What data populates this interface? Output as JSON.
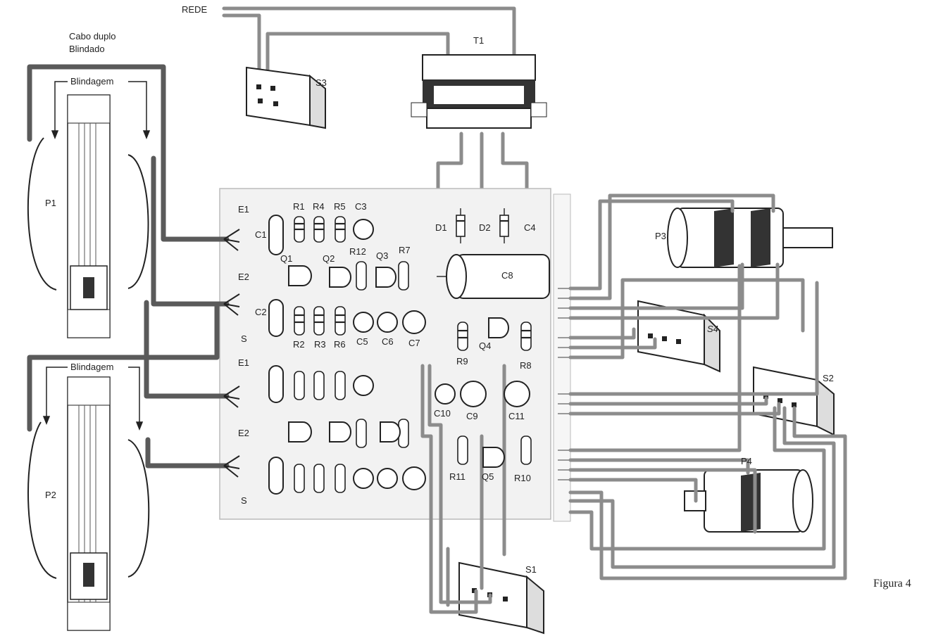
{
  "labels": {
    "rede": "REDE",
    "cabo_line1": "Cabo duplo",
    "cabo_line2": "Blindado",
    "blindagem_top": "Blindagem",
    "blindagem_bottom": "Blindagem",
    "p1": "P1",
    "p2": "P2",
    "p3": "P3",
    "p4": "P4",
    "t1": "T1",
    "s1": "S1",
    "s2": "S2",
    "s3": "S3",
    "s4": "S4",
    "e1_top": "E1",
    "e2_top": "E2",
    "s_top": "S",
    "e1_bottom": "E1",
    "e2_bottom": "E2",
    "s_bottom": "S",
    "figura": "Figura 4"
  },
  "components": {
    "resistors_top_row": [
      "R1",
      "R4",
      "R5"
    ],
    "c3": "C3",
    "c1": "C1",
    "c2": "C2",
    "q1": "Q1",
    "q2": "Q2",
    "q3": "Q3",
    "q4": "Q4",
    "q5": "Q5",
    "r12": "R12",
    "r7": "R7",
    "r2": "R2",
    "r3": "R3",
    "r6": "R6",
    "c5": "C5",
    "c6": "C6",
    "c7": "C7",
    "d1": "D1",
    "d2": "D2",
    "c4": "C4",
    "c8": "C8",
    "r9": "R9",
    "r8": "R8",
    "c10": "C10",
    "c9": "C9",
    "c11": "C11",
    "r11": "R11",
    "r10": "R10"
  }
}
